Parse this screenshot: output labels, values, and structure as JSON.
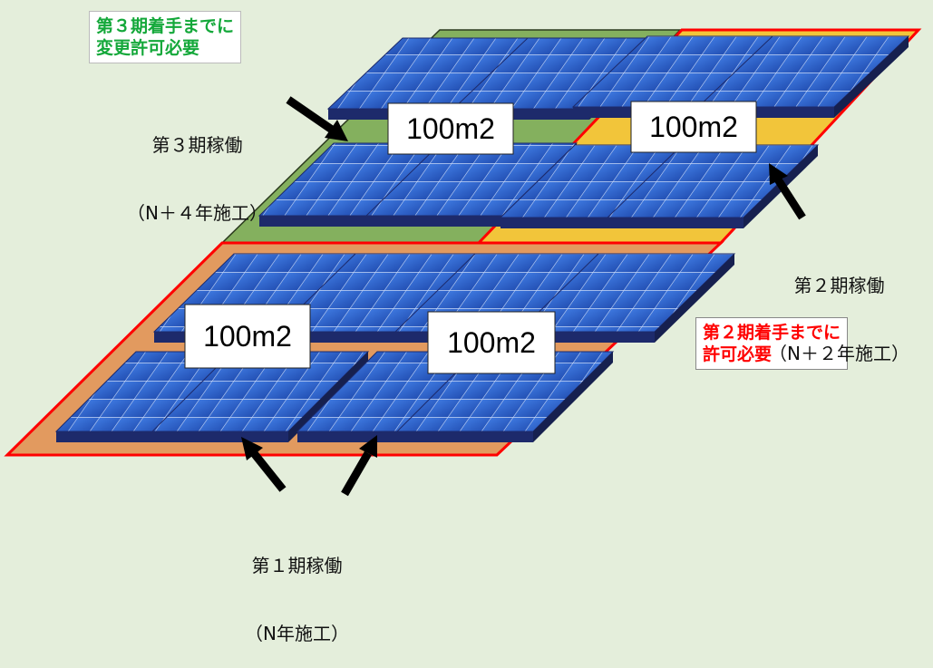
{
  "areas": {
    "phase3_area": "100m2",
    "phase2_area": "100m2",
    "phase1_left_area": "100m2",
    "phase1_right_area": "100m2"
  },
  "captions": {
    "phase3_line1": "第３期稼働",
    "phase3_line2": "（N＋４年施工）",
    "phase2_line1": "第２期稼働",
    "phase2_line2": "（N＋２年施工）",
    "phase1_line1": "第１期稼働",
    "phase1_line2": "（N年施工）"
  },
  "notices": {
    "phase3_change_permit": "第３期着手までに\n変更許可必要",
    "phase2_permit": "第２期着手までに\n許可必要"
  },
  "colors": {
    "background": "#e4eedb",
    "phase3_zone": "#84b05e",
    "phase2_zone": "#f2c53a",
    "phase1_zone": "#e29a5f",
    "permit_border": "#ff0000",
    "phase3_notice_text": "#14a83a",
    "phase2_notice_text": "#ff0000",
    "panel": "#2f64cc",
    "panel_side": "#1d2a6b",
    "arrow": "#000000"
  }
}
